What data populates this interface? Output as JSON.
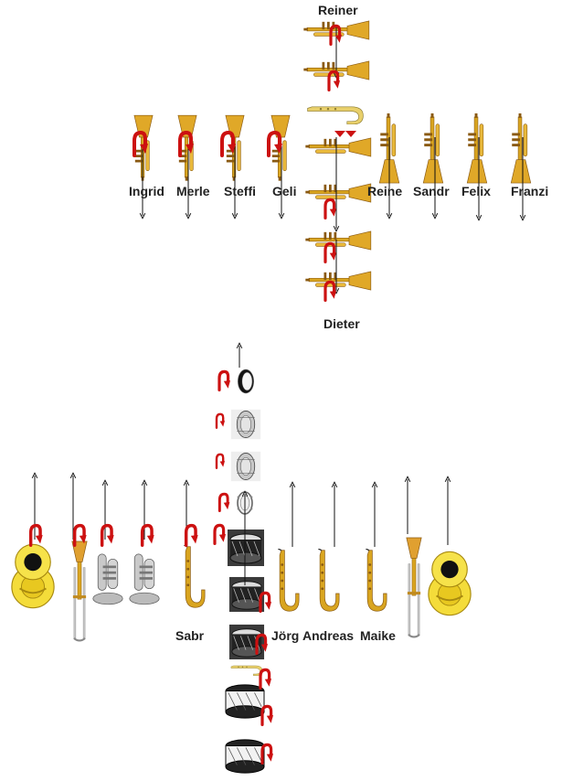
{
  "colors": {
    "brass": "#d9a520",
    "brass_dark": "#8a5a12",
    "brass_light": "#f6e27a",
    "silver": "#b8b8b8",
    "silver_dark": "#666666",
    "drum_dark": "#333333",
    "turn_arrow": "#cc1111",
    "line": "#111111"
  },
  "labels": {
    "top": "Reiner",
    "bottom": "Dieter",
    "left_1": "Ingrid",
    "left_2": "Merle",
    "left_3": "Steffi",
    "left_4": "Geli",
    "right_1": "Reine",
    "right_2": "Sandr",
    "right_3": "Felix",
    "right_4": "Franzi",
    "lower_1": "Sabr",
    "lower_2": "Jörg",
    "lower_3": "Andreas",
    "lower_4": "Maike"
  },
  "icons": {
    "trumpet": "trumpet-icon",
    "saxophone": "saxophone-icon",
    "sousaphone": "sousaphone-icon",
    "trombone": "trombone-icon",
    "baritone": "baritone-icon",
    "drum": "drum-icon",
    "tambourine": "tambourine-icon",
    "turn_arrow": "turn-arrow-icon",
    "direction_arrow": "direction-arrow-icon"
  }
}
